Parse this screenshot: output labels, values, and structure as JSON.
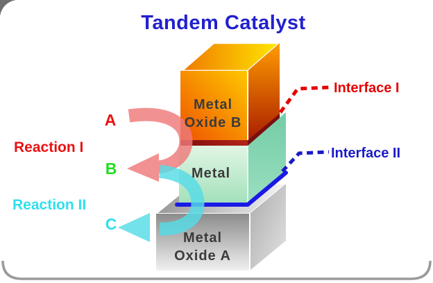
{
  "title": "Tandem Catalyst",
  "title_color": "#2121ce",
  "blocks": {
    "oxide_b": {
      "line1": "Metal",
      "line2": "Oxide B"
    },
    "metal": {
      "line1": "Metal"
    },
    "oxide_a": {
      "line1": "Metal",
      "line2": "Oxide A"
    }
  },
  "interfaces": {
    "interface1": {
      "label": "Interface I",
      "color": "#e60000"
    },
    "interface2": {
      "label": "Interface II",
      "color": "#1a1ac8"
    }
  },
  "reactions": {
    "reaction1": {
      "label": "Reaction I",
      "color": "#e81212",
      "arrow_color": "#ee7a7a",
      "from": "A",
      "to": "B"
    },
    "reaction2": {
      "label": "Reaction II",
      "color": "#2fdfef",
      "arrow_color": "#55dce6",
      "from": "B",
      "to": "C"
    }
  },
  "species": {
    "a": {
      "label": "A",
      "color": "#e81212"
    },
    "b": {
      "label": "B",
      "color": "#22dd22"
    },
    "c": {
      "label": "C",
      "color": "#2fdfef"
    }
  },
  "colors": {
    "oxide_b_orange": "#ee5c00",
    "oxide_b_yellow": "#ffc800",
    "interface1_band": "#8e1212",
    "metal_green": "#a2e0ba",
    "metal_teal": "#74cca6",
    "interface2_line": "#1a1ae6",
    "oxide_a_gray": "#8c8c8c",
    "frame_border": "#9a9a9a"
  }
}
